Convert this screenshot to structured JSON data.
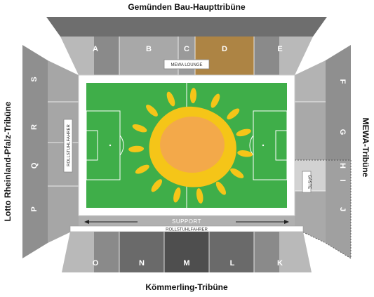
{
  "tribunes": {
    "north": "Gemünden Bau-Haupttribüne",
    "south": "Kömmerling-Tribüne",
    "west": "Lotto Rheinland-Pfalz-Tribüne",
    "east": "MEWA-Tribüne"
  },
  "blocks": {
    "A": "A",
    "B": "B",
    "C": "C",
    "D": "D",
    "E": "E",
    "F": "F",
    "G": "G",
    "H": "H",
    "I": "I",
    "J": "J",
    "K": "K",
    "L": "L",
    "M": "M",
    "N": "N",
    "O": "O",
    "P": "P",
    "Q": "Q",
    "R": "R",
    "S": "S"
  },
  "labels": {
    "mewa_lounge": "MEWA LOUNGE",
    "support": "SUPPORT",
    "rollstuhlfahrer_south": "ROLLSTUHLFAHRER",
    "rollstuhlfahrer_west": "ROLLSTUHLFAHRER",
    "gaeste": "GÄSTE"
  },
  "colors": {
    "pitch": "#3fae49",
    "sun_outer": "#f5c518",
    "sun_inner": "#f3a94a",
    "block_d": "#ad8444",
    "lines": "#ffffff"
  }
}
